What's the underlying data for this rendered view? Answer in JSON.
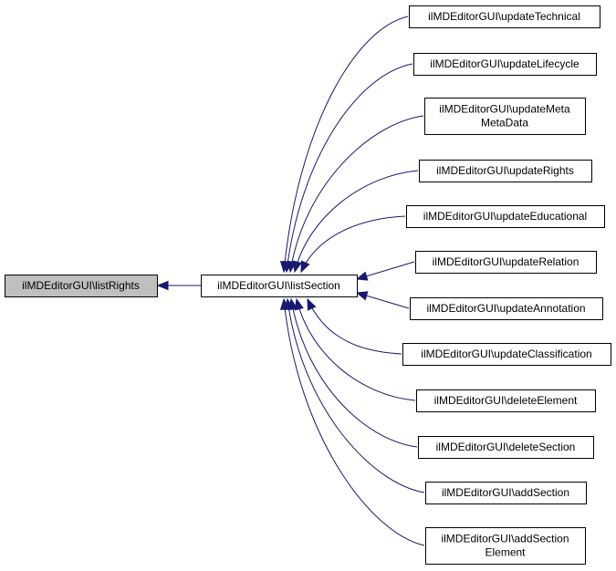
{
  "diagram": {
    "colors": {
      "edge": "#191970",
      "node_border": "#000000",
      "node_fill": "#ffffff",
      "highlight_fill": "#bfbfbf"
    },
    "nodes": [
      {
        "id": "listRights",
        "lines": [
          "ilMDEditorGUI\\listRights"
        ],
        "highlight": true
      },
      {
        "id": "listSection",
        "lines": [
          "ilMDEditorGUI\\listSection"
        ]
      },
      {
        "id": "updateTechnical",
        "lines": [
          "ilMDEditorGUI\\updateTechnical"
        ]
      },
      {
        "id": "updateLifecycle",
        "lines": [
          "ilMDEditorGUI\\updateLifecycle"
        ]
      },
      {
        "id": "updateMetaMetaData",
        "lines": [
          "ilMDEditorGUI\\updateMeta",
          "MetaData"
        ]
      },
      {
        "id": "updateRights",
        "lines": [
          "ilMDEditorGUI\\updateRights"
        ]
      },
      {
        "id": "updateEducational",
        "lines": [
          "ilMDEditorGUI\\updateEducational"
        ]
      },
      {
        "id": "updateRelation",
        "lines": [
          "ilMDEditorGUI\\updateRelation"
        ]
      },
      {
        "id": "updateAnnotation",
        "lines": [
          "ilMDEditorGUI\\updateAnnotation"
        ]
      },
      {
        "id": "updateClassification",
        "lines": [
          "ilMDEditorGUI\\updateClassification"
        ]
      },
      {
        "id": "deleteElement",
        "lines": [
          "ilMDEditorGUI\\deleteElement"
        ]
      },
      {
        "id": "deleteSection",
        "lines": [
          "ilMDEditorGUI\\deleteSection"
        ]
      },
      {
        "id": "addSection",
        "lines": [
          "ilMDEditorGUI\\addSection"
        ]
      },
      {
        "id": "addSectionElement",
        "lines": [
          "ilMDEditorGUI\\addSection",
          "Element"
        ]
      }
    ],
    "edges": [
      {
        "from": "listSection",
        "to": "listRights"
      },
      {
        "from": "updateTechnical",
        "to": "listSection"
      },
      {
        "from": "updateLifecycle",
        "to": "listSection"
      },
      {
        "from": "updateMetaMetaData",
        "to": "listSection"
      },
      {
        "from": "updateRights",
        "to": "listSection"
      },
      {
        "from": "updateEducational",
        "to": "listSection"
      },
      {
        "from": "updateRelation",
        "to": "listSection"
      },
      {
        "from": "updateAnnotation",
        "to": "listSection"
      },
      {
        "from": "updateClassification",
        "to": "listSection"
      },
      {
        "from": "deleteElement",
        "to": "listSection"
      },
      {
        "from": "deleteSection",
        "to": "listSection"
      },
      {
        "from": "addSection",
        "to": "listSection"
      },
      {
        "from": "addSectionElement",
        "to": "listSection"
      }
    ]
  }
}
